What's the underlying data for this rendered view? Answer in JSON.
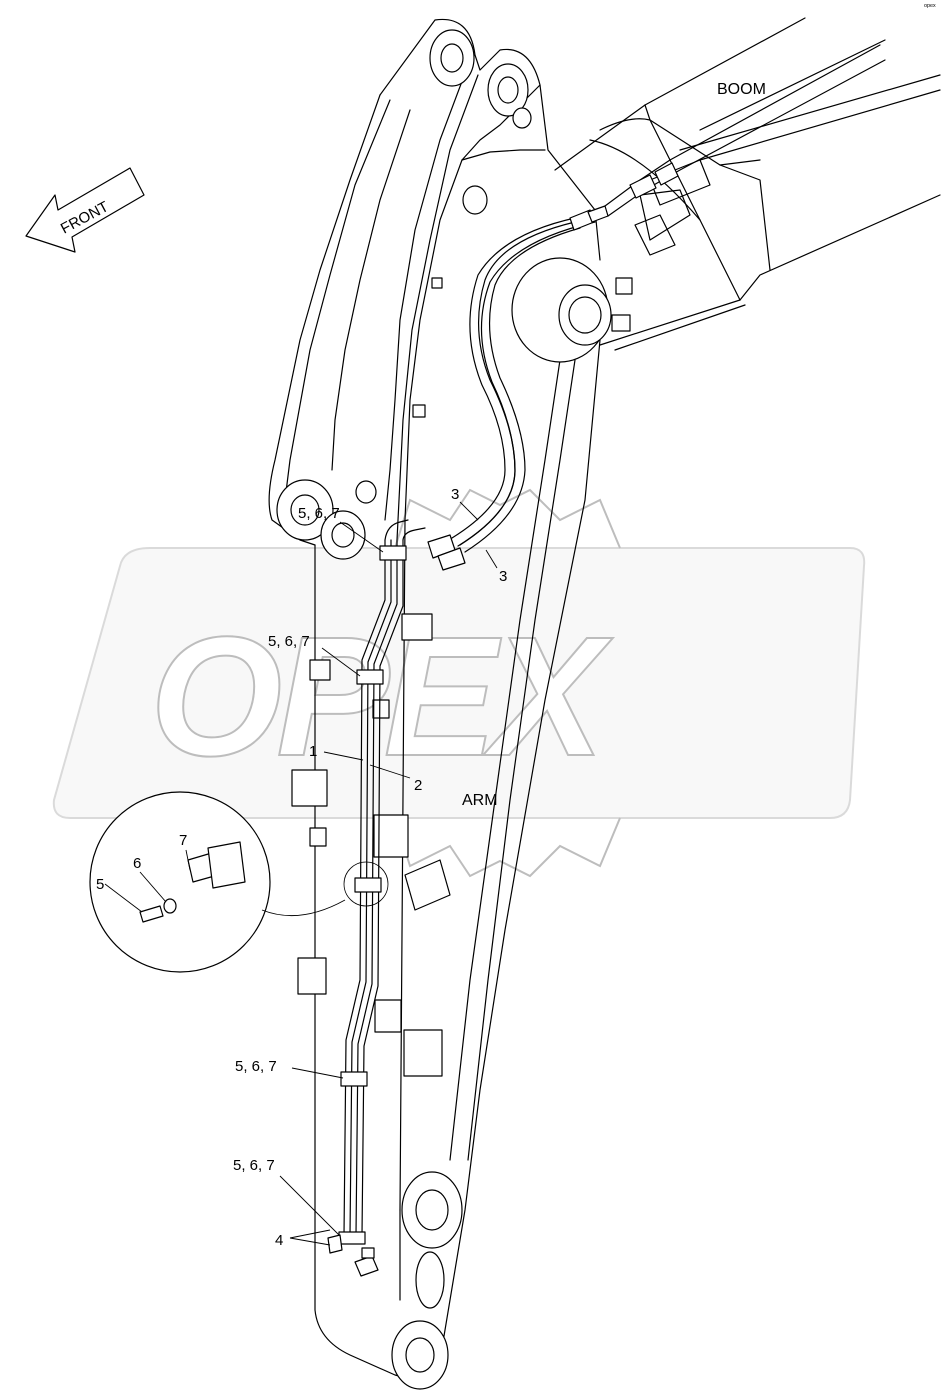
{
  "corner_mark": "ᵒᵖᵉˣ",
  "direction": {
    "label": "FRONT"
  },
  "areas": {
    "boom": "BOOM",
    "arm": "ARM"
  },
  "callouts": {
    "c567_top": "5, 6, 7",
    "c567_mid": "5, 6, 7",
    "c567_low": "5, 6, 7",
    "c567_bottom": "5, 6, 7",
    "c3_upper": "3",
    "c3_lower": "3",
    "c1": "1",
    "c2": "2",
    "c4": "4"
  },
  "detail": {
    "c5": "5",
    "c6": "6",
    "c7": "7"
  },
  "watermark": "OPEX"
}
